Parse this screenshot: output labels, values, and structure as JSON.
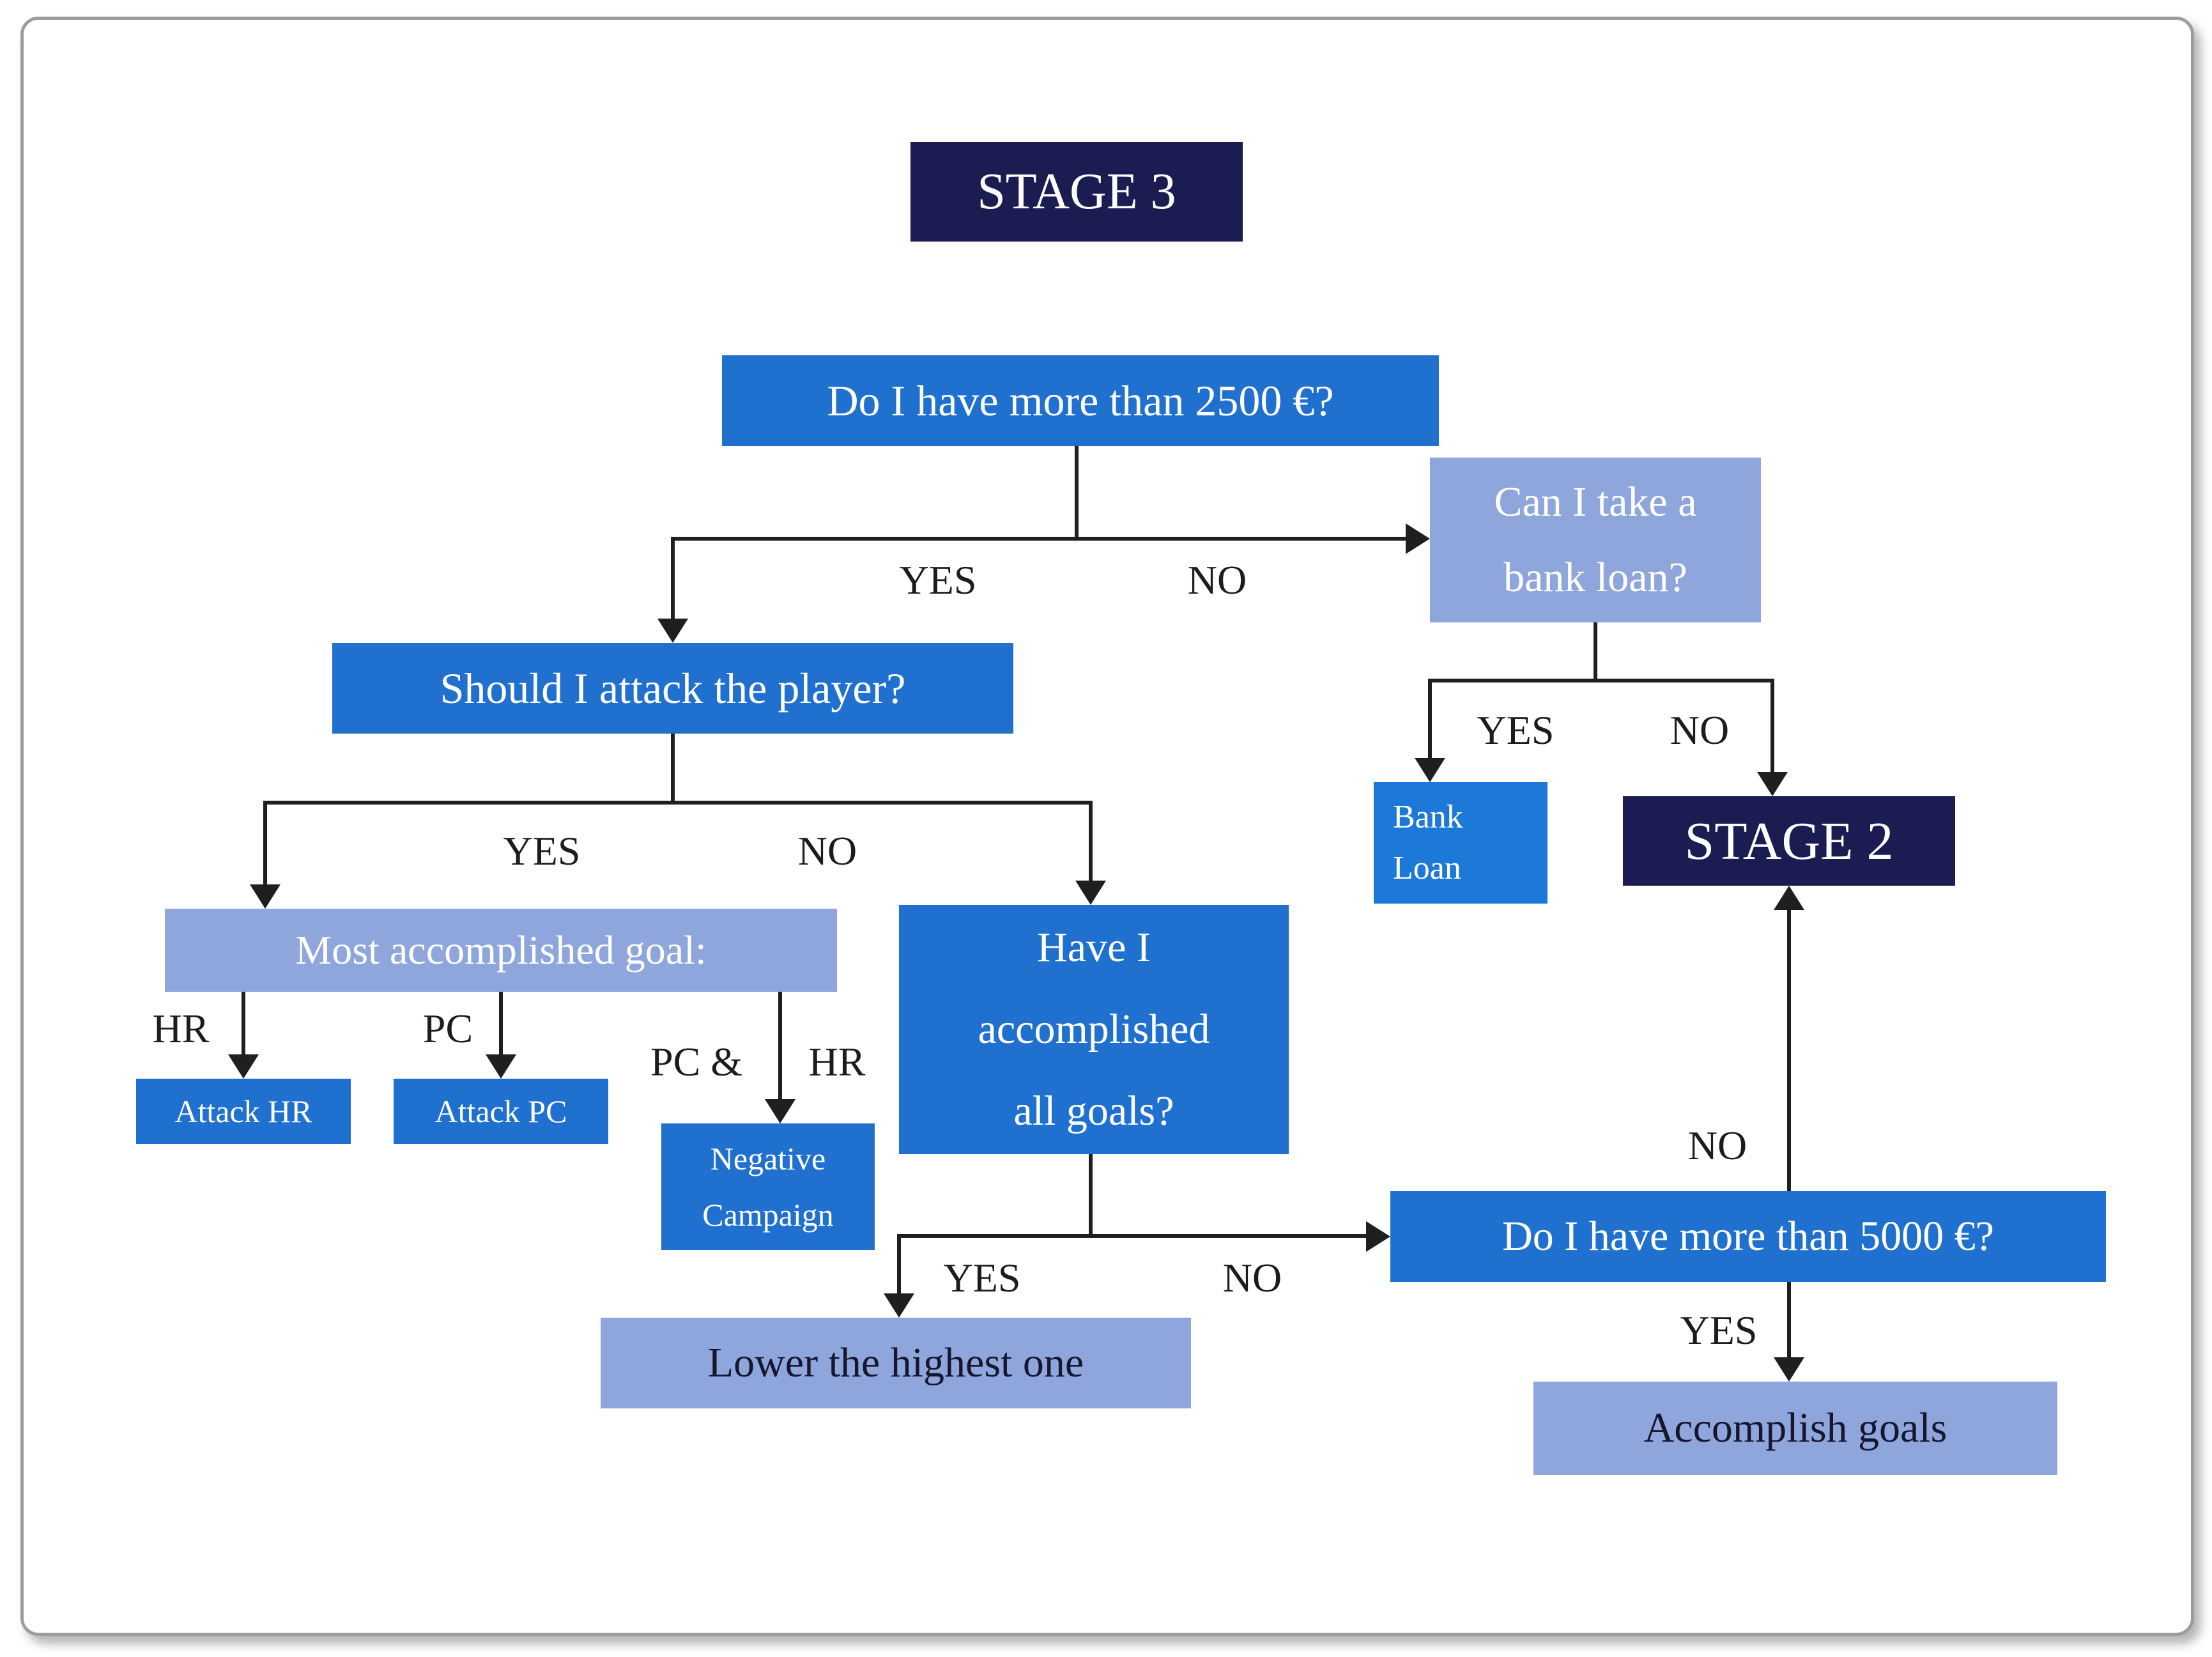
{
  "colors": {
    "blue": "#2070cf",
    "bank_loan_blue": "#1d79d8",
    "navy": "#1b1c52",
    "periwinkle": "#8fa6dc",
    "line": "#1f1f1f",
    "dark_text": "#16162e"
  },
  "nodes": {
    "stage3": "STAGE 3",
    "q2500": "Do I have more than 2500 €?",
    "bank_loan_q": "Can I take a\nbank loan?",
    "attack_q": "Should I attack the player?",
    "most_goal": "Most accomplished goal:",
    "attack_hr": "Attack HR",
    "attack_pc": "Attack PC",
    "negative_campaign": "Negative\nCampaign",
    "have_i": "Have I\naccomplished\nall goals?",
    "lower": "Lower the highest one",
    "q5000": "Do I have more than 5000 €?",
    "accomplish": "Accomplish goals",
    "stage2": "STAGE 2",
    "bank_loan": "Bank\nLoan"
  },
  "labels": {
    "yes_2500": "YES",
    "no_2500": "NO",
    "yes_attack": "YES",
    "no_attack": "NO",
    "hr": "HR",
    "pc": "PC",
    "pc_and": "PC &",
    "hr_right": "HR",
    "yes_goals": "YES",
    "no_goals": "NO",
    "yes_loan": "YES",
    "no_loan": "NO",
    "no_5000": "NO",
    "yes_5000": "YES"
  },
  "edges": [
    {
      "from": "q2500",
      "label": "YES",
      "to": "attack_q"
    },
    {
      "from": "q2500",
      "label": "NO",
      "to": "bank_loan_q"
    },
    {
      "from": "bank_loan_q",
      "label": "YES",
      "to": "bank_loan"
    },
    {
      "from": "bank_loan_q",
      "label": "NO",
      "to": "stage2"
    },
    {
      "from": "attack_q",
      "label": "YES",
      "to": "most_goal"
    },
    {
      "from": "attack_q",
      "label": "NO",
      "to": "have_i"
    },
    {
      "from": "most_goal",
      "label": "HR",
      "to": "attack_hr"
    },
    {
      "from": "most_goal",
      "label": "PC",
      "to": "attack_pc"
    },
    {
      "from": "most_goal",
      "label": "PC & HR",
      "to": "negative_campaign"
    },
    {
      "from": "have_i",
      "label": "YES",
      "to": "lower"
    },
    {
      "from": "have_i",
      "label": "NO",
      "to": "q5000"
    },
    {
      "from": "q5000",
      "label": "NO",
      "to": "stage2"
    },
    {
      "from": "q5000",
      "label": "YES",
      "to": "accomplish"
    }
  ]
}
